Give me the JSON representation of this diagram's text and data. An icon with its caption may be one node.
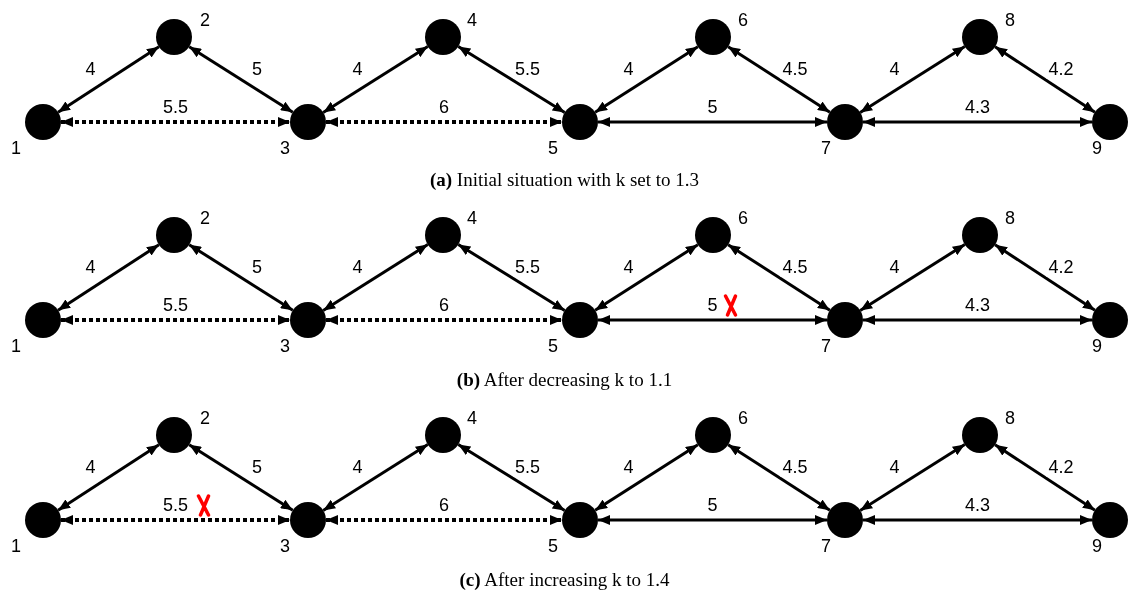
{
  "diagram": {
    "nodes": [
      {
        "text": [],
        "shape": "circle",
        "beside": [
          "1"
        ]
      },
      {
        "text": [],
        "shape": "circle",
        "beside": [
          "2"
        ]
      },
      {
        "text": [],
        "shape": "circle",
        "beside": [
          "3"
        ]
      },
      {
        "text": [],
        "shape": "circle",
        "beside": [
          "4"
        ]
      },
      {
        "text": [],
        "shape": "circle",
        "beside": [
          "5"
        ]
      },
      {
        "text": [],
        "shape": "circle",
        "beside": [
          "6"
        ]
      },
      {
        "text": [],
        "shape": "circle",
        "beside": [
          "7"
        ]
      },
      {
        "text": [],
        "shape": "circle",
        "beside": [
          "8"
        ]
      },
      {
        "text": [],
        "shape": "circle",
        "beside": [
          "9"
        ]
      },
      {
        "text": [],
        "shape": "circle",
        "beside": [
          "1"
        ]
      },
      {
        "text": [],
        "shape": "circle",
        "beside": [
          "2"
        ]
      },
      {
        "text": [],
        "shape": "circle",
        "beside": [
          "3"
        ]
      },
      {
        "text": [],
        "shape": "circle",
        "beside": [
          "4"
        ]
      },
      {
        "text": [],
        "shape": "circle",
        "beside": [
          "5"
        ]
      },
      {
        "text": [],
        "shape": "circle",
        "beside": [
          "6"
        ]
      },
      {
        "text": [],
        "shape": "circle",
        "beside": [
          "7"
        ]
      },
      {
        "text": [],
        "shape": "circle",
        "beside": [
          "8"
        ]
      },
      {
        "text": [],
        "shape": "circle",
        "beside": [
          "9"
        ]
      },
      {
        "text": [],
        "shape": "circle",
        "beside": [
          "1"
        ]
      },
      {
        "text": [],
        "shape": "circle",
        "beside": [
          "2"
        ]
      },
      {
        "text": [],
        "shape": "circle",
        "beside": [
          "3"
        ]
      },
      {
        "text": [],
        "shape": "circle",
        "beside": [
          "4"
        ]
      },
      {
        "text": [],
        "shape": "circle",
        "beside": [
          "5"
        ]
      },
      {
        "text": [],
        "shape": "circle",
        "beside": [
          "6"
        ]
      },
      {
        "text": [],
        "shape": "circle",
        "beside": [
          "7"
        ]
      },
      {
        "text": [],
        "shape": "circle",
        "beside": [
          "8"
        ]
      },
      {
        "text": [],
        "shape": "circle",
        "beside": [
          "9"
        ]
      }
    ],
    "edges": [
      {
        "from": 0,
        "to": 1,
        "arrow": "both",
        "label": "4"
      },
      {
        "from": 1,
        "to": 2,
        "arrow": "both",
        "label": "5"
      },
      {
        "from": 0,
        "to": 2,
        "arrow": "both",
        "label": "5.5",
        "style": "dashed"
      },
      {
        "from": 2,
        "to": 3,
        "arrow": "both",
        "label": "4"
      },
      {
        "from": 3,
        "to": 4,
        "arrow": "both",
        "label": "5.5"
      },
      {
        "from": 2,
        "to": 4,
        "arrow": "both",
        "label": "6",
        "style": "dashed"
      },
      {
        "from": 4,
        "to": 5,
        "arrow": "both",
        "label": "4"
      },
      {
        "from": 5,
        "to": 6,
        "arrow": "both",
        "label": "4.5"
      },
      {
        "from": 4,
        "to": 6,
        "arrow": "both",
        "label": "5"
      },
      {
        "from": 6,
        "to": 7,
        "arrow": "both",
        "label": "4"
      },
      {
        "from": 7,
        "to": 8,
        "arrow": "both",
        "label": "4.2"
      },
      {
        "from": 6,
        "to": 8,
        "arrow": "both",
        "label": "4.3"
      },
      {
        "from": 9,
        "to": 10,
        "arrow": "both",
        "label": "4"
      },
      {
        "from": 10,
        "to": 11,
        "arrow": "both",
        "label": "5"
      },
      {
        "from": 9,
        "to": 11,
        "arrow": "both",
        "label": "5.5",
        "style": "dashed"
      },
      {
        "from": 11,
        "to": 12,
        "arrow": "both",
        "label": "4"
      },
      {
        "from": 12,
        "to": 13,
        "arrow": "both",
        "label": "5.5"
      },
      {
        "from": 11,
        "to": 13,
        "arrow": "both",
        "label": "6",
        "style": "dashed"
      },
      {
        "from": 13,
        "to": 14,
        "arrow": "both",
        "label": "4"
      },
      {
        "from": 14,
        "to": 15,
        "arrow": "both",
        "label": "4.5"
      },
      {
        "from": 13,
        "to": 15,
        "arrow": "both",
        "label": "5"
      },
      {
        "from": 15,
        "to": 16,
        "arrow": "both",
        "label": "4"
      },
      {
        "from": 16,
        "to": 17,
        "arrow": "both",
        "label": "4.2"
      },
      {
        "from": 15,
        "to": 17,
        "arrow": "both",
        "label": "4.3"
      },
      {
        "from": 18,
        "to": 19,
        "arrow": "both",
        "label": "4"
      },
      {
        "from": 19,
        "to": 20,
        "arrow": "both",
        "label": "5"
      },
      {
        "from": 18,
        "to": 20,
        "arrow": "both",
        "label": "5.5",
        "style": "dashed"
      },
      {
        "from": 20,
        "to": 21,
        "arrow": "both",
        "label": "4"
      },
      {
        "from": 21,
        "to": 22,
        "arrow": "both",
        "label": "5.5"
      },
      {
        "from": 20,
        "to": 22,
        "arrow": "both",
        "label": "6",
        "style": "dashed"
      },
      {
        "from": 22,
        "to": 23,
        "arrow": "both",
        "label": "4"
      },
      {
        "from": 23,
        "to": 24,
        "arrow": "both",
        "label": "4.5"
      },
      {
        "from": 22,
        "to": 24,
        "arrow": "both",
        "label": "5"
      },
      {
        "from": 24,
        "to": 25,
        "arrow": "both",
        "label": "4"
      },
      {
        "from": 25,
        "to": 26,
        "arrow": "both",
        "label": "4.2"
      },
      {
        "from": 24,
        "to": 26,
        "arrow": "both",
        "label": "4.3"
      }
    ],
    "labels": [
      "**(a)** Initial situation with k set to 1.3",
      "**(b)** After decreasing k to 1.1",
      "**(c)** After increasing k to 1.4"
    ]
  }
}
